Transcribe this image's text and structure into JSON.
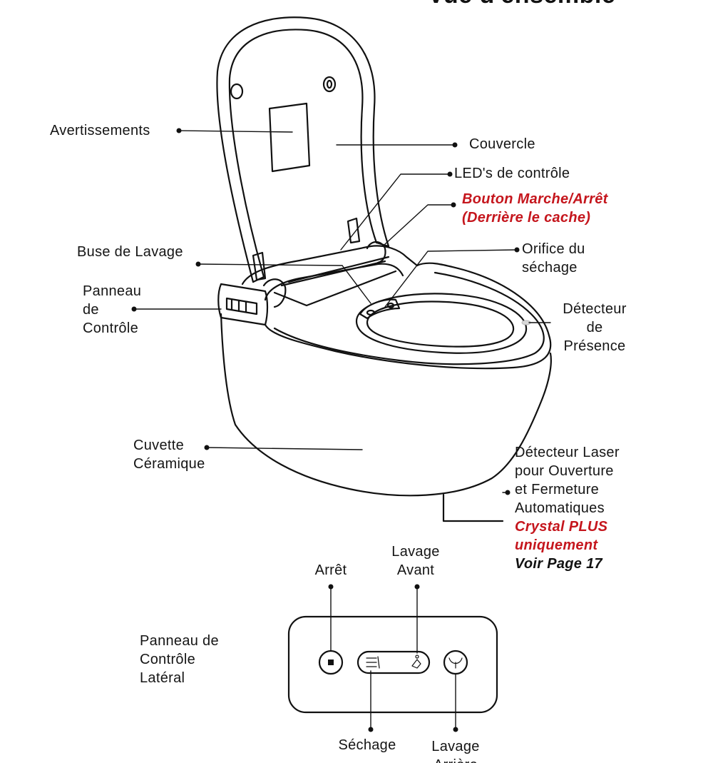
{
  "title": "Vue d'ensemble",
  "labels": {
    "avertissements": "Avertissements",
    "couvercle": "Couvercle",
    "leds": "LED's de contrôle",
    "bouton_line1": "Bouton Marche/Arrêt",
    "bouton_line2": "(Derrière le cache)",
    "buse": "Buse de Lavage",
    "orifice_line1": "Orifice du",
    "orifice_line2": "séchage",
    "panneau_line1": "Panneau",
    "panneau_line2": "de",
    "panneau_line3": "Contrôle",
    "detecteur_line1": "Détecteur",
    "detecteur_line2": "de",
    "detecteur_line3": "Présence",
    "cuvette_line1": "Cuvette",
    "cuvette_line2": "Céramique",
    "laser_line1": "Détecteur Laser",
    "laser_line2": "pour Ouverture",
    "laser_line3": "et Fermeture",
    "laser_line4": "Automatiques",
    "laser_line5": "Crystal PLUS",
    "laser_line6": "uniquement",
    "laser_line7": "Voir Page 17"
  },
  "side_panel": {
    "title_line1": "Panneau de",
    "title_line2": "Contrôle",
    "title_line3": "Latéral",
    "arret": "Arrêt",
    "lavage_avant_line1": "Lavage",
    "lavage_avant_line2": "Avant",
    "sechage": "Séchage",
    "lavage_arriere_line1": "Lavage",
    "lavage_arriere_line2": "Arrière"
  },
  "colors": {
    "accent_red": "#c5161d",
    "ink": "#111111"
  }
}
